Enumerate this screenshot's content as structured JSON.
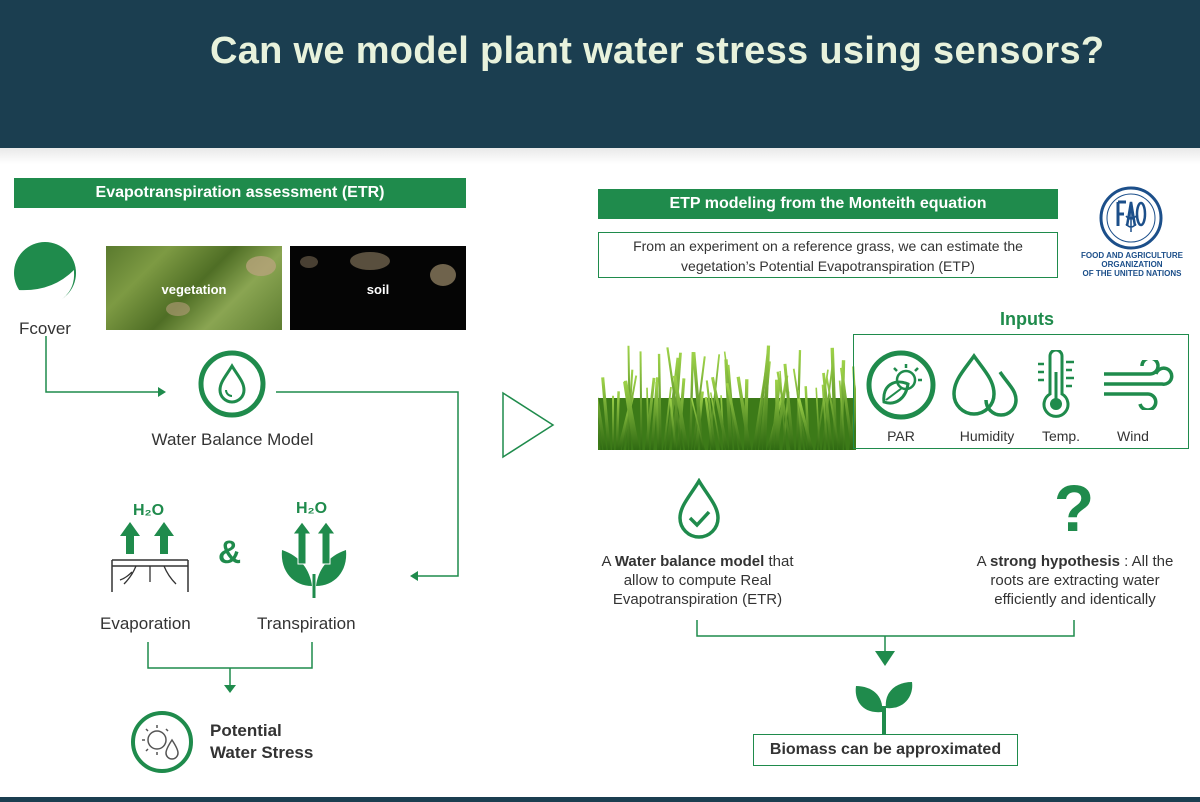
{
  "header": {
    "title": "Can we model plant water stress using sensors?"
  },
  "left": {
    "banner": "Evapotranspiration assessment (ETR)",
    "fcover_label": "Fcover",
    "photo_vegetation": "vegetation",
    "photo_soil": "soil",
    "wbm_label": "Water Balance Model",
    "h2o_left": "H₂O",
    "h2o_right": "H₂O",
    "ampersand": "&",
    "evaporation": "Evaporation",
    "transpiration": "Transpiration",
    "stress_line1": "Potential",
    "stress_line2": "Water Stress"
  },
  "right": {
    "banner": "ETP modeling from the Monteith equation",
    "experiment_line1": "From an experiment on a reference grass, we can estimate the",
    "experiment_line2": "vegetation’s Potential Evapotranspiration (ETP)",
    "fao_line1": "FOOD AND AGRICULTURE",
    "fao_line2": "ORGANIZATION",
    "fao_line3": "OF THE UNITED NATIONS",
    "inputs_title": "Inputs",
    "inputs": [
      "PAR",
      "Humidity",
      "Temp.",
      "Wind"
    ],
    "wb_bold": "Water balance model",
    "wb_pre": "A ",
    "wb_post": " that",
    "wb_line2": "allow to compute Real",
    "wb_line3": "Evapotranspiration (ETR)",
    "hyp_pre": "A ",
    "hyp_bold": "strong hypothesis",
    "hyp_post": " : All the",
    "hyp_line2": "roots are extracting water",
    "hyp_line3": "efficiently and identically",
    "question_mark": "?",
    "biomass": "Biomass can be approximated"
  },
  "colors": {
    "header_bg": "#1b3e50",
    "title": "#e8f2dc",
    "accent_green": "#1f8b4c",
    "fao_blue": "#1c4f8a"
  }
}
